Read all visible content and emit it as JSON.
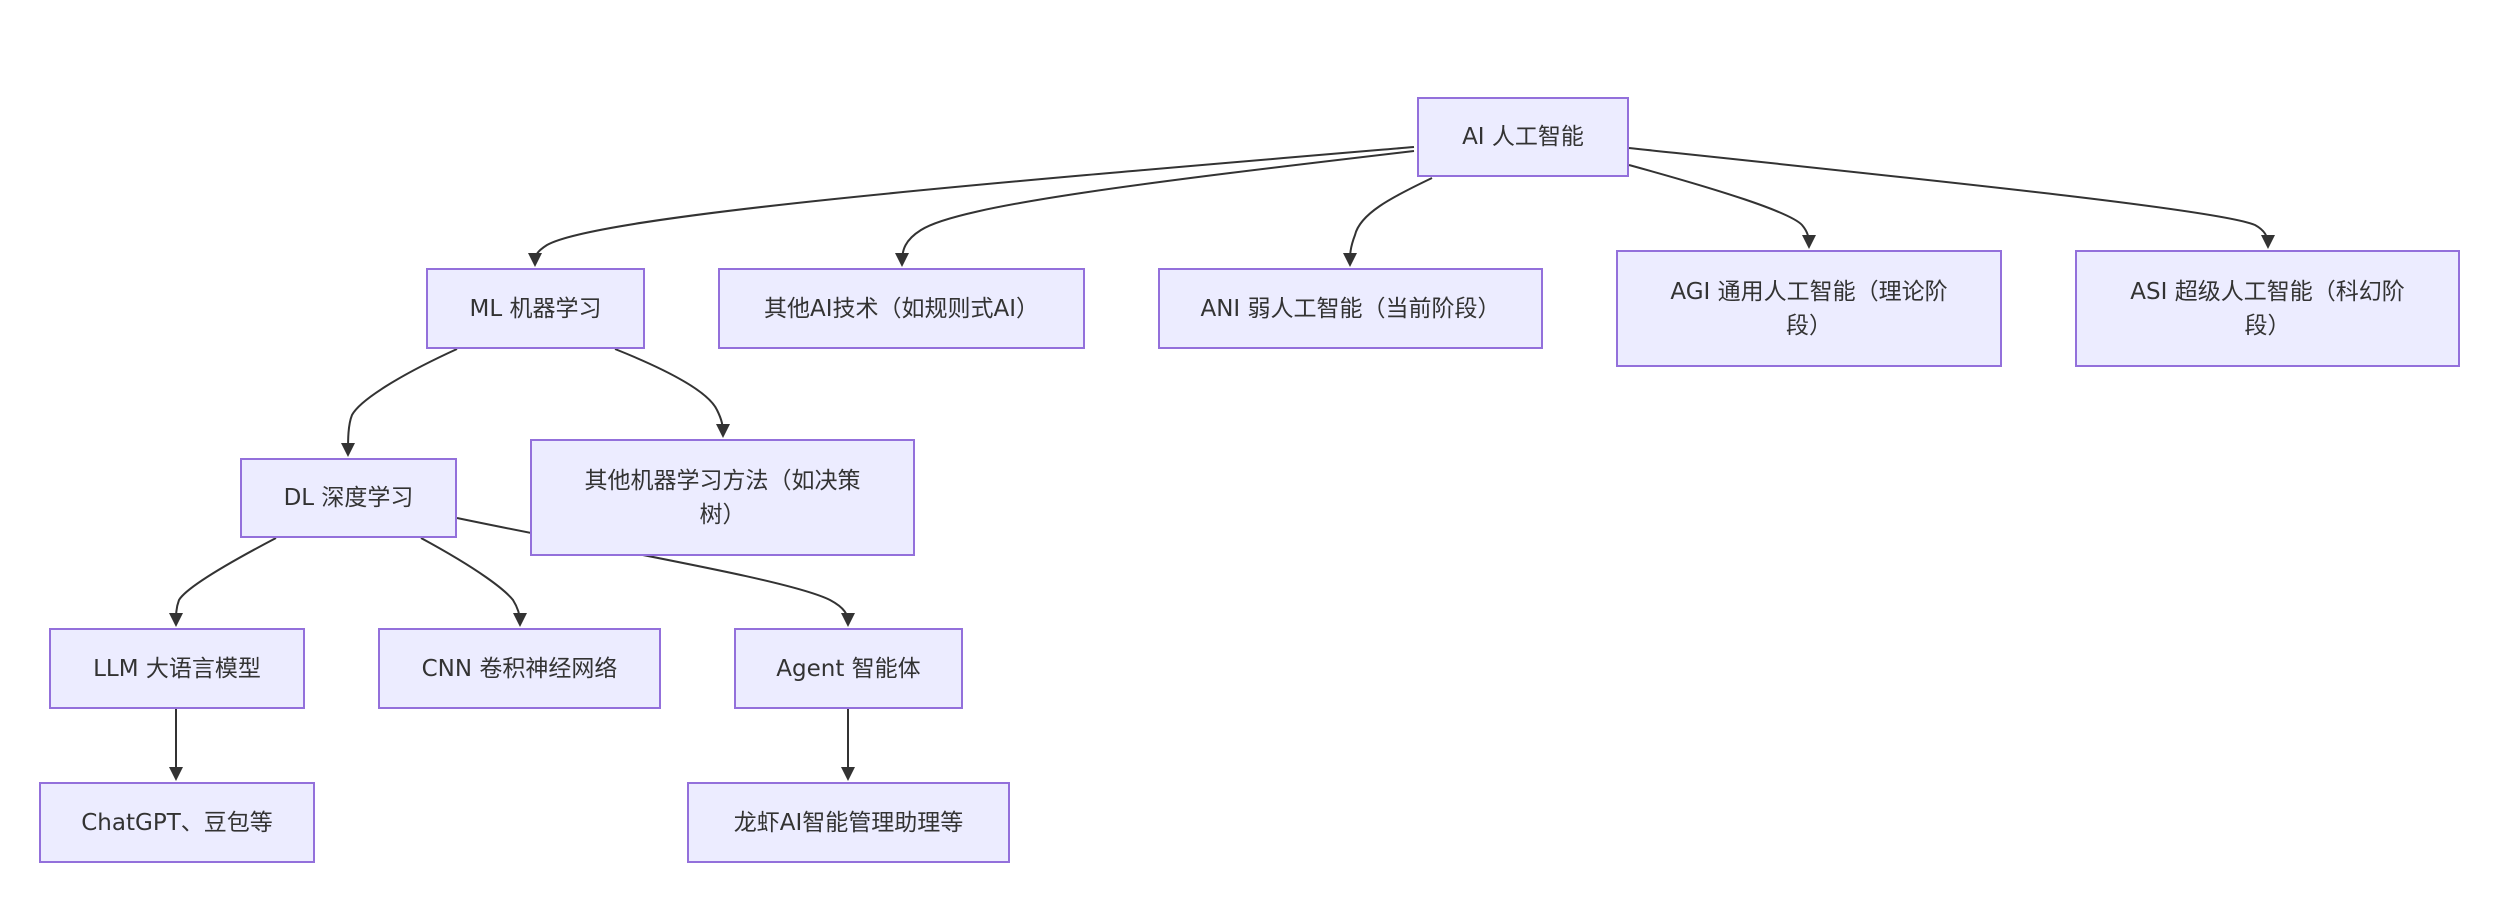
{
  "nodes": {
    "ai": "AI 人工智能",
    "ml": "ML 机器学习",
    "other_ai": "其他AI技术（如规则式AI）",
    "ani": "ANI 弱人工智能（当前阶段）",
    "agi": "AGI 通用人工智能（理论阶段）",
    "asi": "ASI 超级人工智能（科幻阶段）",
    "dl": "DL 深度学习",
    "other_ml": "其他机器学习方法（如决策树）",
    "llm": "LLM 大语言模型",
    "cnn": "CNN 卷积神经网络",
    "agent": "Agent 智能体",
    "chatgpt": "ChatGPT、豆包等",
    "longxia": "龙虾AI智能管理助理等"
  },
  "colors": {
    "node_fill": "#ECECFF",
    "node_border": "#9370DB",
    "text": "#333333",
    "edge": "#333333"
  }
}
